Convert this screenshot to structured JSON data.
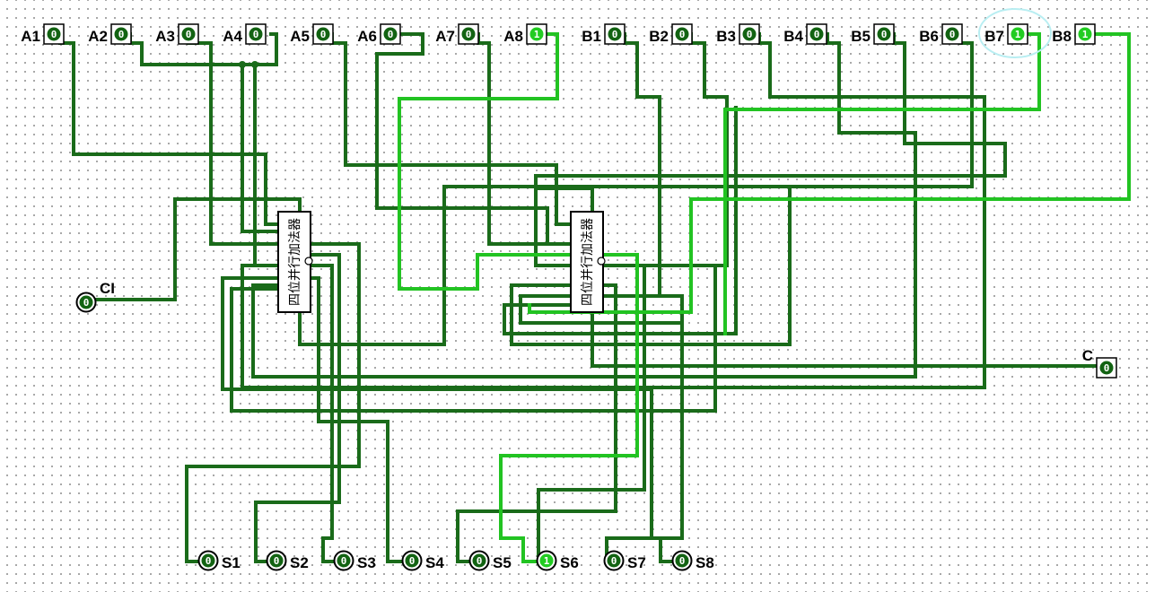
{
  "colors": {
    "wire_off": "#1a6b1a",
    "wire_on": "#22c322",
    "pin_off_fill": "#126312",
    "pin_on_fill": "#22cc22",
    "pin_text": "#ffffff",
    "chip_border": "#000000",
    "highlight": "#b8eef2"
  },
  "inputs": [
    {
      "name": "A1",
      "value": "0"
    },
    {
      "name": "A2",
      "value": "0"
    },
    {
      "name": "A3",
      "value": "0"
    },
    {
      "name": "A4",
      "value": "0"
    },
    {
      "name": "A5",
      "value": "0"
    },
    {
      "name": "A6",
      "value": "0"
    },
    {
      "name": "A7",
      "value": "0"
    },
    {
      "name": "A8",
      "value": "1"
    },
    {
      "name": "B1",
      "value": "0"
    },
    {
      "name": "B2",
      "value": "0"
    },
    {
      "name": "B3",
      "value": "0"
    },
    {
      "name": "B4",
      "value": "0"
    },
    {
      "name": "B5",
      "value": "0"
    },
    {
      "name": "B6",
      "value": "0"
    },
    {
      "name": "B7",
      "value": "1"
    },
    {
      "name": "B8",
      "value": "1"
    }
  ],
  "carry_in": {
    "name": "CI",
    "value": "0"
  },
  "carry_out": {
    "name": "C",
    "value": "0"
  },
  "outputs": [
    {
      "name": "S1",
      "value": "0"
    },
    {
      "name": "S2",
      "value": "0"
    },
    {
      "name": "S3",
      "value": "0"
    },
    {
      "name": "S4",
      "value": "0"
    },
    {
      "name": "S5",
      "value": "0"
    },
    {
      "name": "S6",
      "value": "1"
    },
    {
      "name": "S7",
      "value": "0"
    },
    {
      "name": "S8",
      "value": "0"
    }
  ],
  "chips": [
    {
      "label": "四位并行加法器"
    },
    {
      "label": "四位并行加法器"
    }
  ],
  "selected_pin": "B7"
}
